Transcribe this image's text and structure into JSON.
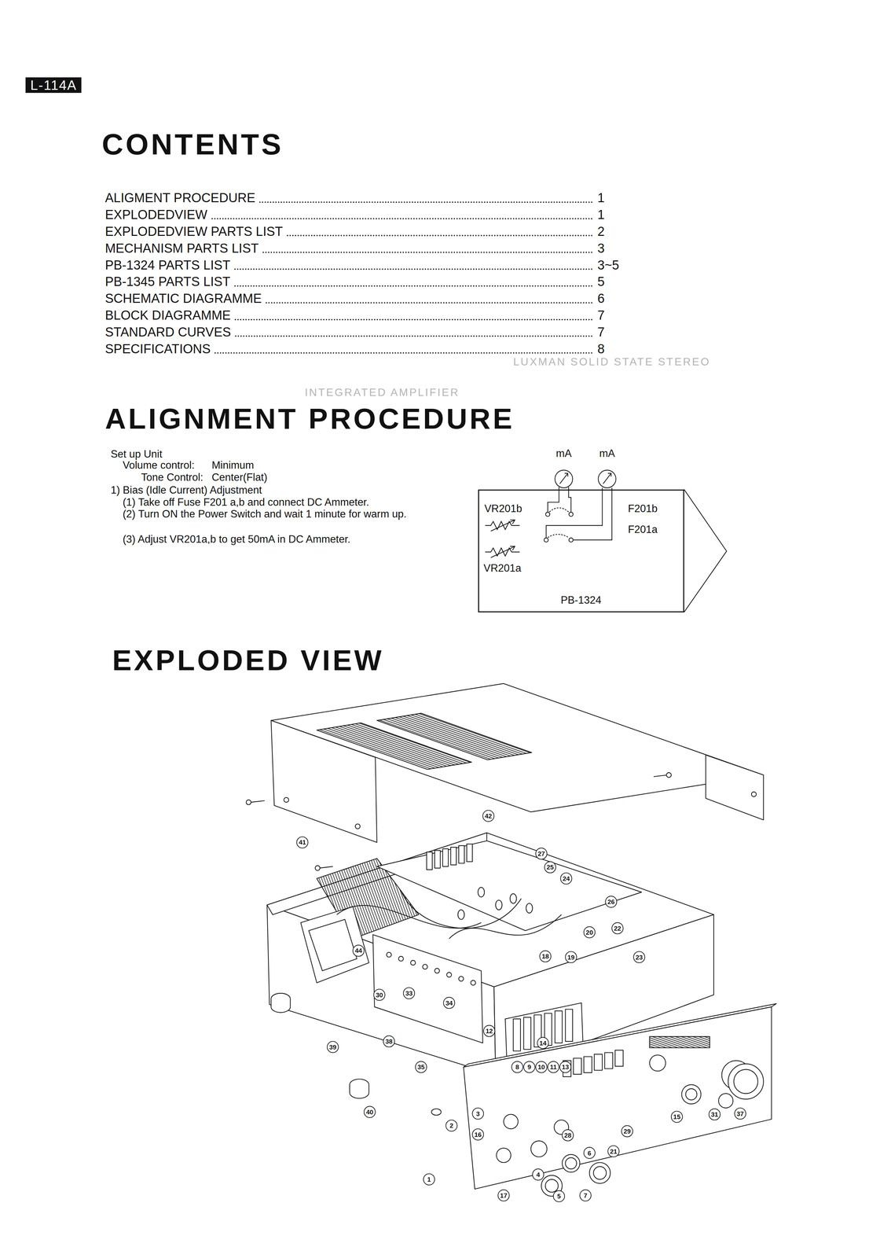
{
  "diagram": {
    "title": "CONTENTS",
    "nodes": [
      {
        "text": [
          "PB-1324"
        ]
      }
    ],
    "labels": [
      "L-114A",
      "ALIGMENT PROCEDURE",
      "1",
      "EXPLODEDVIEW",
      "1",
      "EXPLODEDVIEW PARTS LIST",
      "2",
      "MECHANISM PARTS LIST",
      "3",
      "PB-1324 PARTS LIST",
      "3~5",
      "PB-1345 PARTS LIST",
      "5",
      "SCHEMATIC DIAGRAMME",
      "6",
      "BLOCK DIAGRAMME",
      "7",
      "STANDARD CURVES",
      "7",
      "SPECIFICATIONS",
      "8",
      "LUXMAN SOLID STATE STEREO",
      "INTEGRATED AMPLIFIER",
      "ALIGNMENT PROCEDURE",
      "Set up Unit",
      "Volume control:",
      "Minimum",
      "Tone Control:",
      "Center(Flat)",
      "1) Bias (Idle Current) Adjustment",
      "(1) Take off Fuse F201 a,b and connect DC Ammeter.",
      "(2) Turn ON the Power Switch and wait 1 minute for warm up.",
      "(3) Adjust VR201a,b to get 50mA in DC Ammeter.",
      "mA",
      "mA",
      "VR201b",
      "F201b",
      "F201a",
      "VR201a",
      "EXPLODED VIEW",
      "41",
      "42",
      "27",
      "25",
      "24",
      "26",
      "44",
      "20",
      "22",
      "23",
      "19",
      "18",
      "33",
      "30",
      "34",
      "12",
      "14",
      "38",
      "39",
      "35",
      "8",
      "9",
      "10",
      "11",
      "13",
      "40",
      "1",
      "2",
      "3",
      "16",
      "17",
      "4",
      "5",
      "6",
      "7",
      "28",
      "21",
      "29",
      "15",
      "31",
      "37"
    ]
  }
}
